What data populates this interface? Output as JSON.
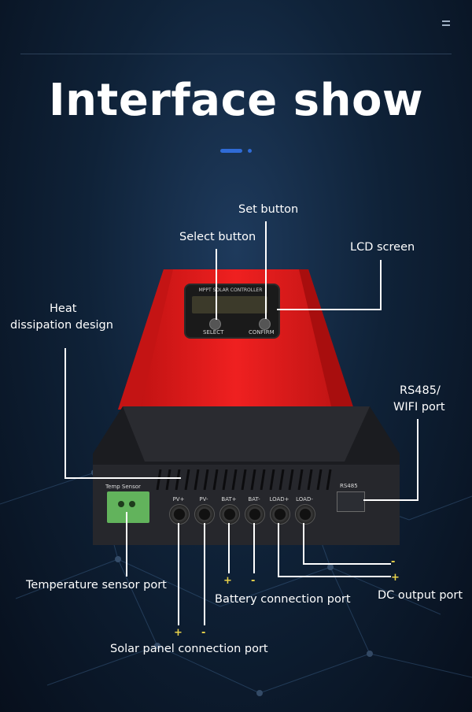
{
  "header": {
    "title": "Interface show"
  },
  "colors": {
    "background": "#0f2238",
    "accent": "#2f6bd6",
    "device_red": "#e01b1b",
    "device_black": "#1b1c20",
    "sign": "#e8d24a"
  },
  "device": {
    "lcd_title": "MPPT SOLAR CONTROLLER",
    "select_label": "SELECT",
    "confirm_label": "CONFIRM",
    "temp_sensor_label": "Temp Sensor",
    "rs485_label": "RS485",
    "ports": [
      "PV+",
      "PV-",
      "BAT+",
      "BAT-",
      "LOAD+",
      "LOAD-"
    ]
  },
  "callouts": {
    "set_button": "Set button",
    "select_button": "Select button",
    "lcd_screen": "LCD screen",
    "heat_line1": "Heat",
    "heat_line2": "dissipation design",
    "rs485_line1": "RS485/",
    "rs485_line2": "WIFI port",
    "temp_sensor_port": "Temperature sensor port",
    "battery_port": "Battery connection port",
    "dc_output_port": "DC output port",
    "solar_port": "Solar panel connection port"
  },
  "signs": {
    "plus": "+",
    "minus": "-"
  }
}
